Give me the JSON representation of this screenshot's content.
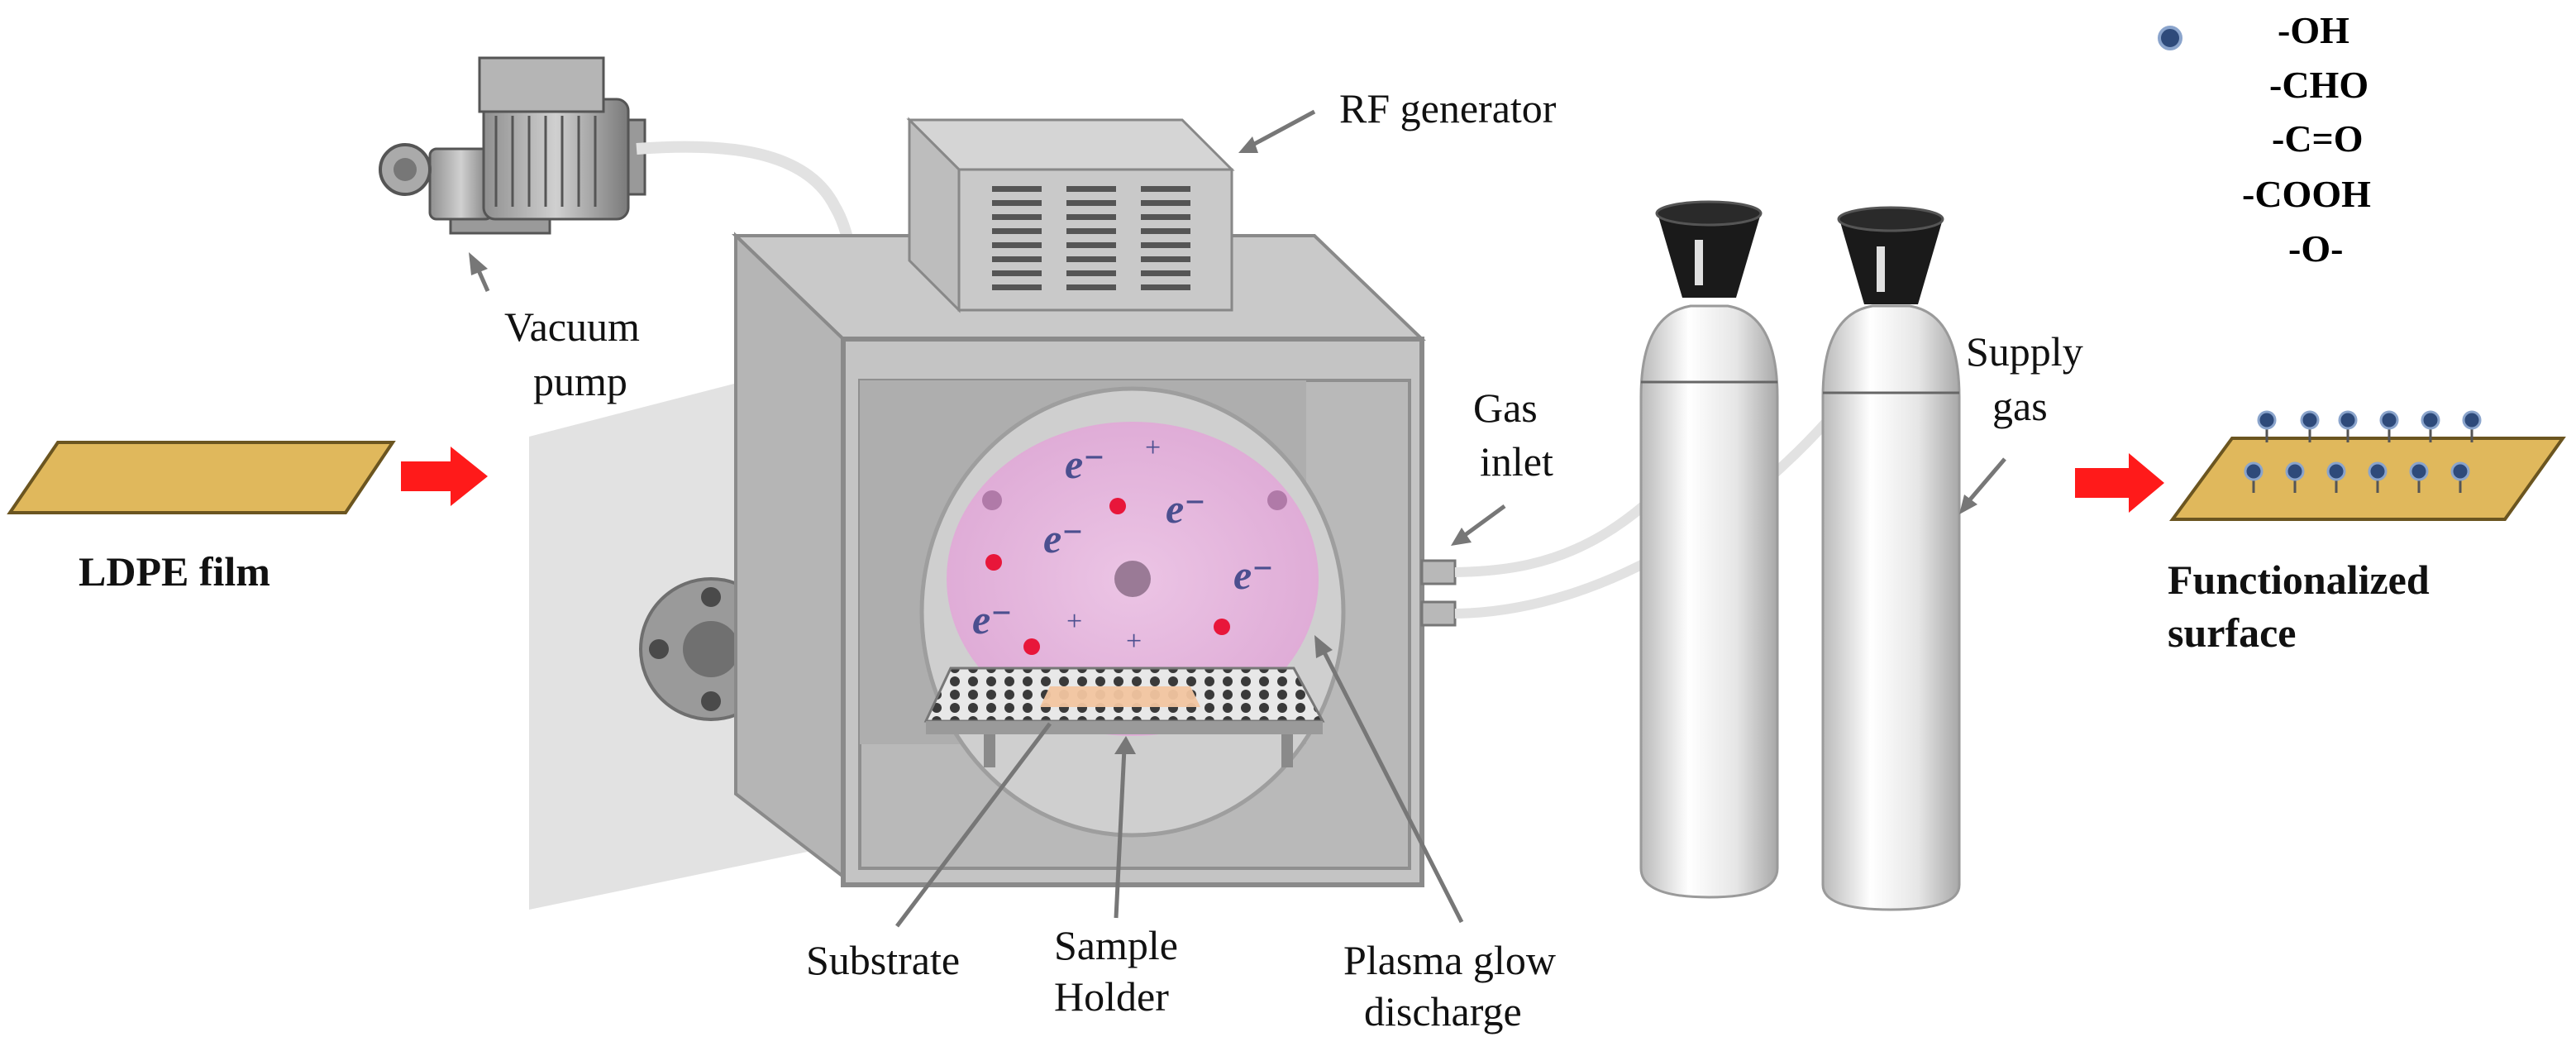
{
  "labels": {
    "ldpe_film": "LDPE film",
    "vacuum_pump_line1": "Vacuum",
    "vacuum_pump_line2": "pump",
    "rf_generator": "RF generator",
    "gas_inlet_line1": "Gas",
    "gas_inlet_line2": "inlet",
    "supply_gas_line1": "Supply",
    "supply_gas_line2": "gas",
    "substrate": "Substrate",
    "sample_holder_line1": "Sample",
    "sample_holder_line2": "Holder",
    "plasma_line1": "Plasma glow",
    "plasma_line2": "discharge",
    "functionalized_line1": "Functionalized",
    "functionalized_line2": "surface"
  },
  "functional_groups": [
    "-OH",
    "-CHO",
    "-C=O",
    "-COOH",
    "-O-"
  ],
  "plasma_species": {
    "electron": "e⁻",
    "ion": "+"
  },
  "colors": {
    "film": "#e0b85c",
    "arrow": "#ff1a1a",
    "plasma": "#e6b3df",
    "chamber": "#bdbdbd",
    "group_dot": "#2e4a7a"
  }
}
